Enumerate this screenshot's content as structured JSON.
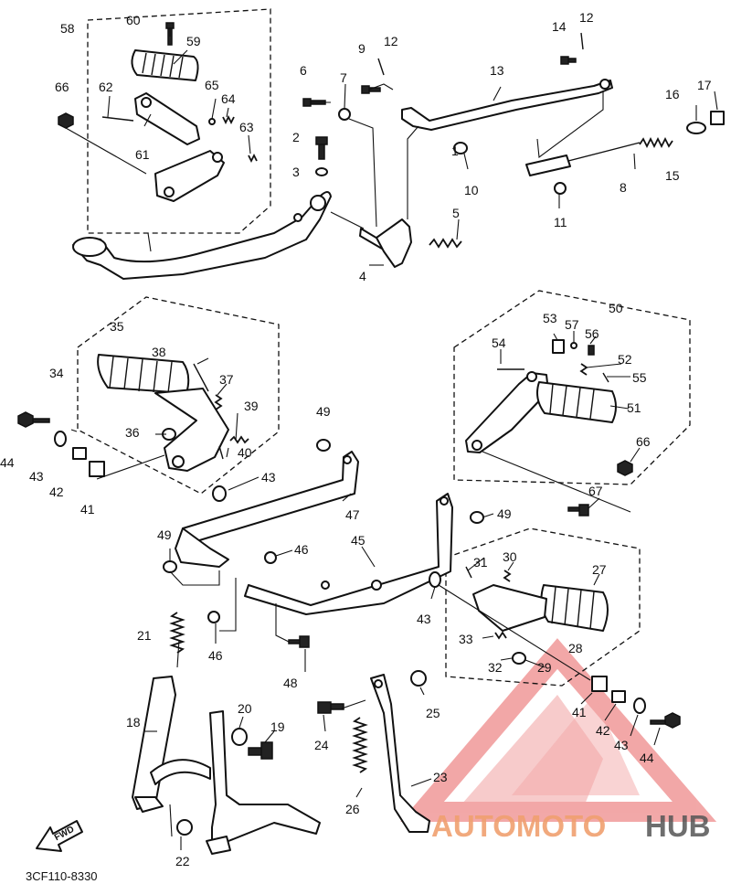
{
  "diagram": {
    "code": "3CF110-8330",
    "fwd_label": "FWD",
    "watermark": {
      "part1": "AUTOMOTO",
      "part2": "HUB",
      "color1": "#f0a070",
      "color2": "#444444",
      "triangle_color": "#e86060"
    },
    "callouts": [
      "1",
      "2",
      "3",
      "4",
      "5",
      "6",
      "7",
      "8",
      "9",
      "10",
      "11",
      "12",
      "12",
      "13",
      "14",
      "15",
      "16",
      "17",
      "18",
      "19",
      "20",
      "21",
      "22",
      "23",
      "24",
      "25",
      "26",
      "27",
      "28",
      "29",
      "30",
      "31",
      "32",
      "33",
      "34",
      "35",
      "36",
      "37",
      "38",
      "39",
      "40",
      "41",
      "41",
      "42",
      "42",
      "43",
      "43",
      "43",
      "43",
      "44",
      "44",
      "45",
      "46",
      "46",
      "47",
      "48",
      "49",
      "49",
      "49",
      "50",
      "51",
      "52",
      "53",
      "54",
      "55",
      "56",
      "57",
      "58",
      "59",
      "60",
      "61",
      "62",
      "63",
      "64",
      "65",
      "66",
      "66",
      "67"
    ]
  }
}
